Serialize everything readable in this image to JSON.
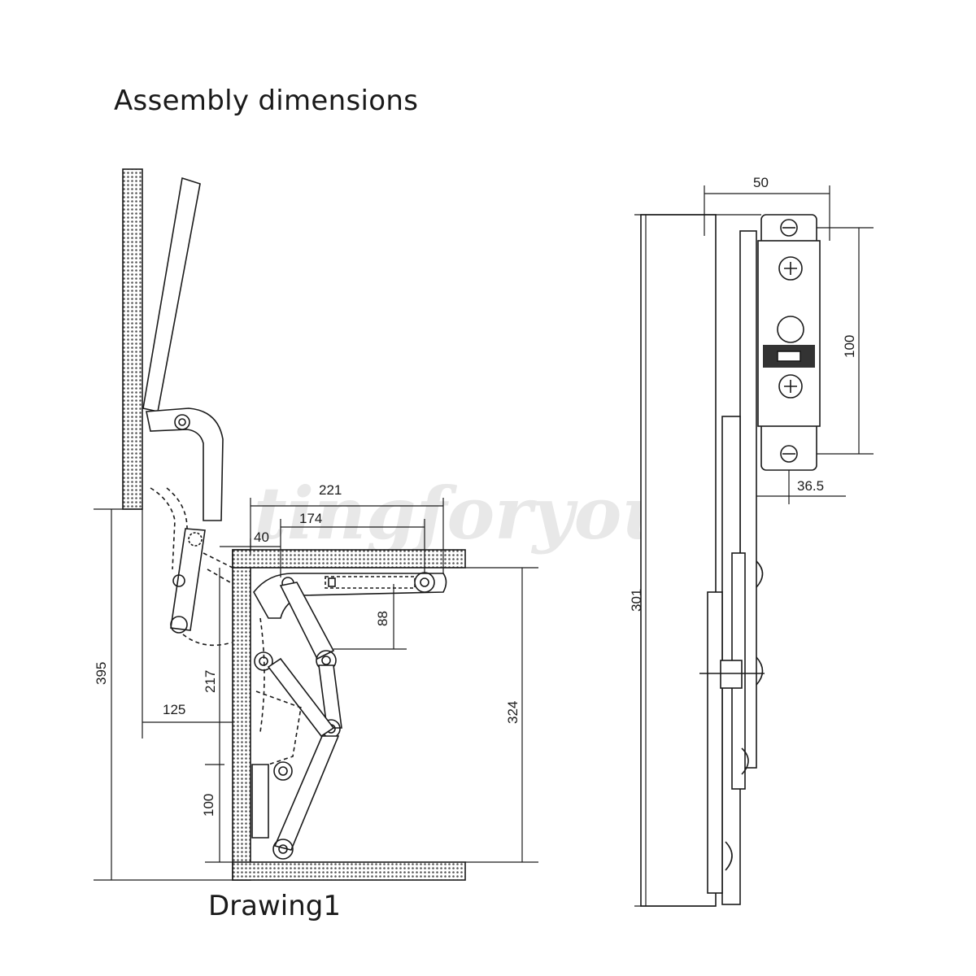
{
  "title": "Assembly dimensions",
  "caption": "Drawing1",
  "watermark": "tingforyou",
  "dimensions": {
    "d221": "221",
    "d174": "174",
    "d40": "40",
    "d88": "88",
    "d395": "395",
    "d217": "217",
    "d125": "125",
    "d324": "324",
    "d100_left": "100",
    "d50": "50",
    "d100_right": "100",
    "d36_5": "36.5",
    "d301": "301"
  },
  "colors": {
    "line": "#1a1a1a",
    "dots": "#555555"
  }
}
